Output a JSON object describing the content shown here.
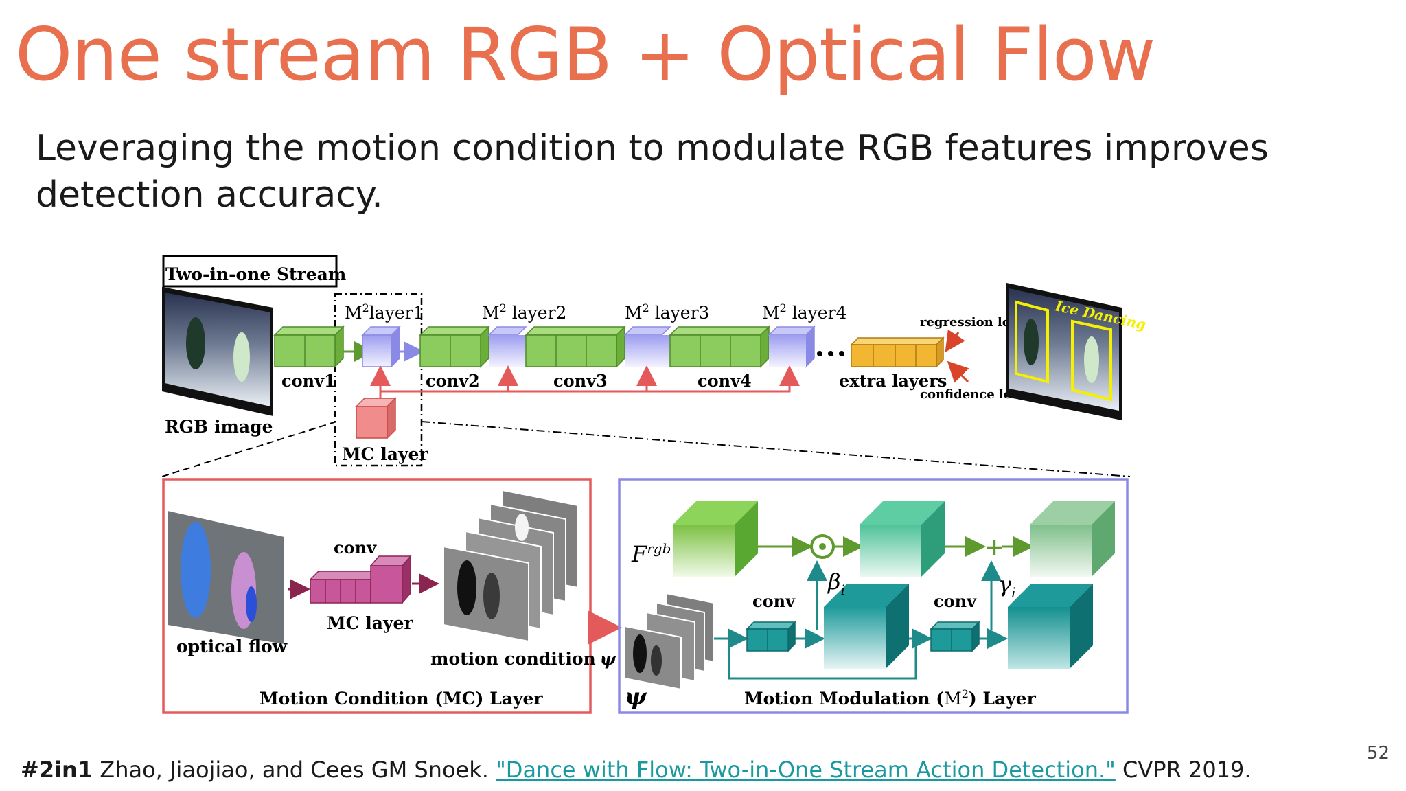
{
  "slide": {
    "title": "One stream RGB + Optical Flow",
    "subtitle": "Leveraging the motion condition to modulate RGB features improves detection accuracy.",
    "page_number": "52"
  },
  "citation": {
    "tag": "#2in1",
    "authors": "Zhao, Jiaojiao, and Cees GM Snoek.",
    "link_text": "\"Dance with Flow: Two-in-One Stream Action Detection.\"",
    "venue": "CVPR 2019."
  },
  "figure": {
    "stream_box": "Two-in-one Stream",
    "rgb_image": "RGB image",
    "conv1": "conv1",
    "conv2": "conv2",
    "conv3": "conv3",
    "conv4": "conv4",
    "m2_prefix": "M",
    "m2_sup": "2",
    "m2_layer1": "layer1",
    "m2_layer2": " layer2",
    "m2_layer3": " layer3",
    "m2_layer4": " layer4",
    "mc_layer": "MC layer",
    "extra_layers": "extra layers",
    "regression_loss": "regression loss",
    "confidence_loss": "confidence loss",
    "ice_dancing": "Ice Dancing",
    "mc_panel": {
      "optical_flow": "optical flow",
      "conv": "conv",
      "mc_layer": "MC layer",
      "motion_condition": "motion condition",
      "psi": "ψ",
      "caption": "Motion Condition (MC) Layer"
    },
    "m2_panel": {
      "f_main": "F",
      "f_sup": "rgb",
      "beta_main": "β",
      "gamma_main": "γ",
      "sub_i": "i",
      "conv_a": "conv",
      "conv_b": "conv",
      "psi": "ψ",
      "caption_pre": "Motion Modulation (",
      "caption_post": ") Layer",
      "odot": "⊙",
      "plus": "+"
    }
  },
  "colors": {
    "title": "#E8704E",
    "conv_green": "#8CCB5E",
    "m2_purple": "#A8A8F0",
    "mc_pink": "#F08C8C",
    "extra_yellow": "#F2B632",
    "teal": "#1E9A9A",
    "mc_panel_border": "#E45A5A",
    "m2_panel_border": "#8A8AE6",
    "link": "#1a9aa0"
  }
}
